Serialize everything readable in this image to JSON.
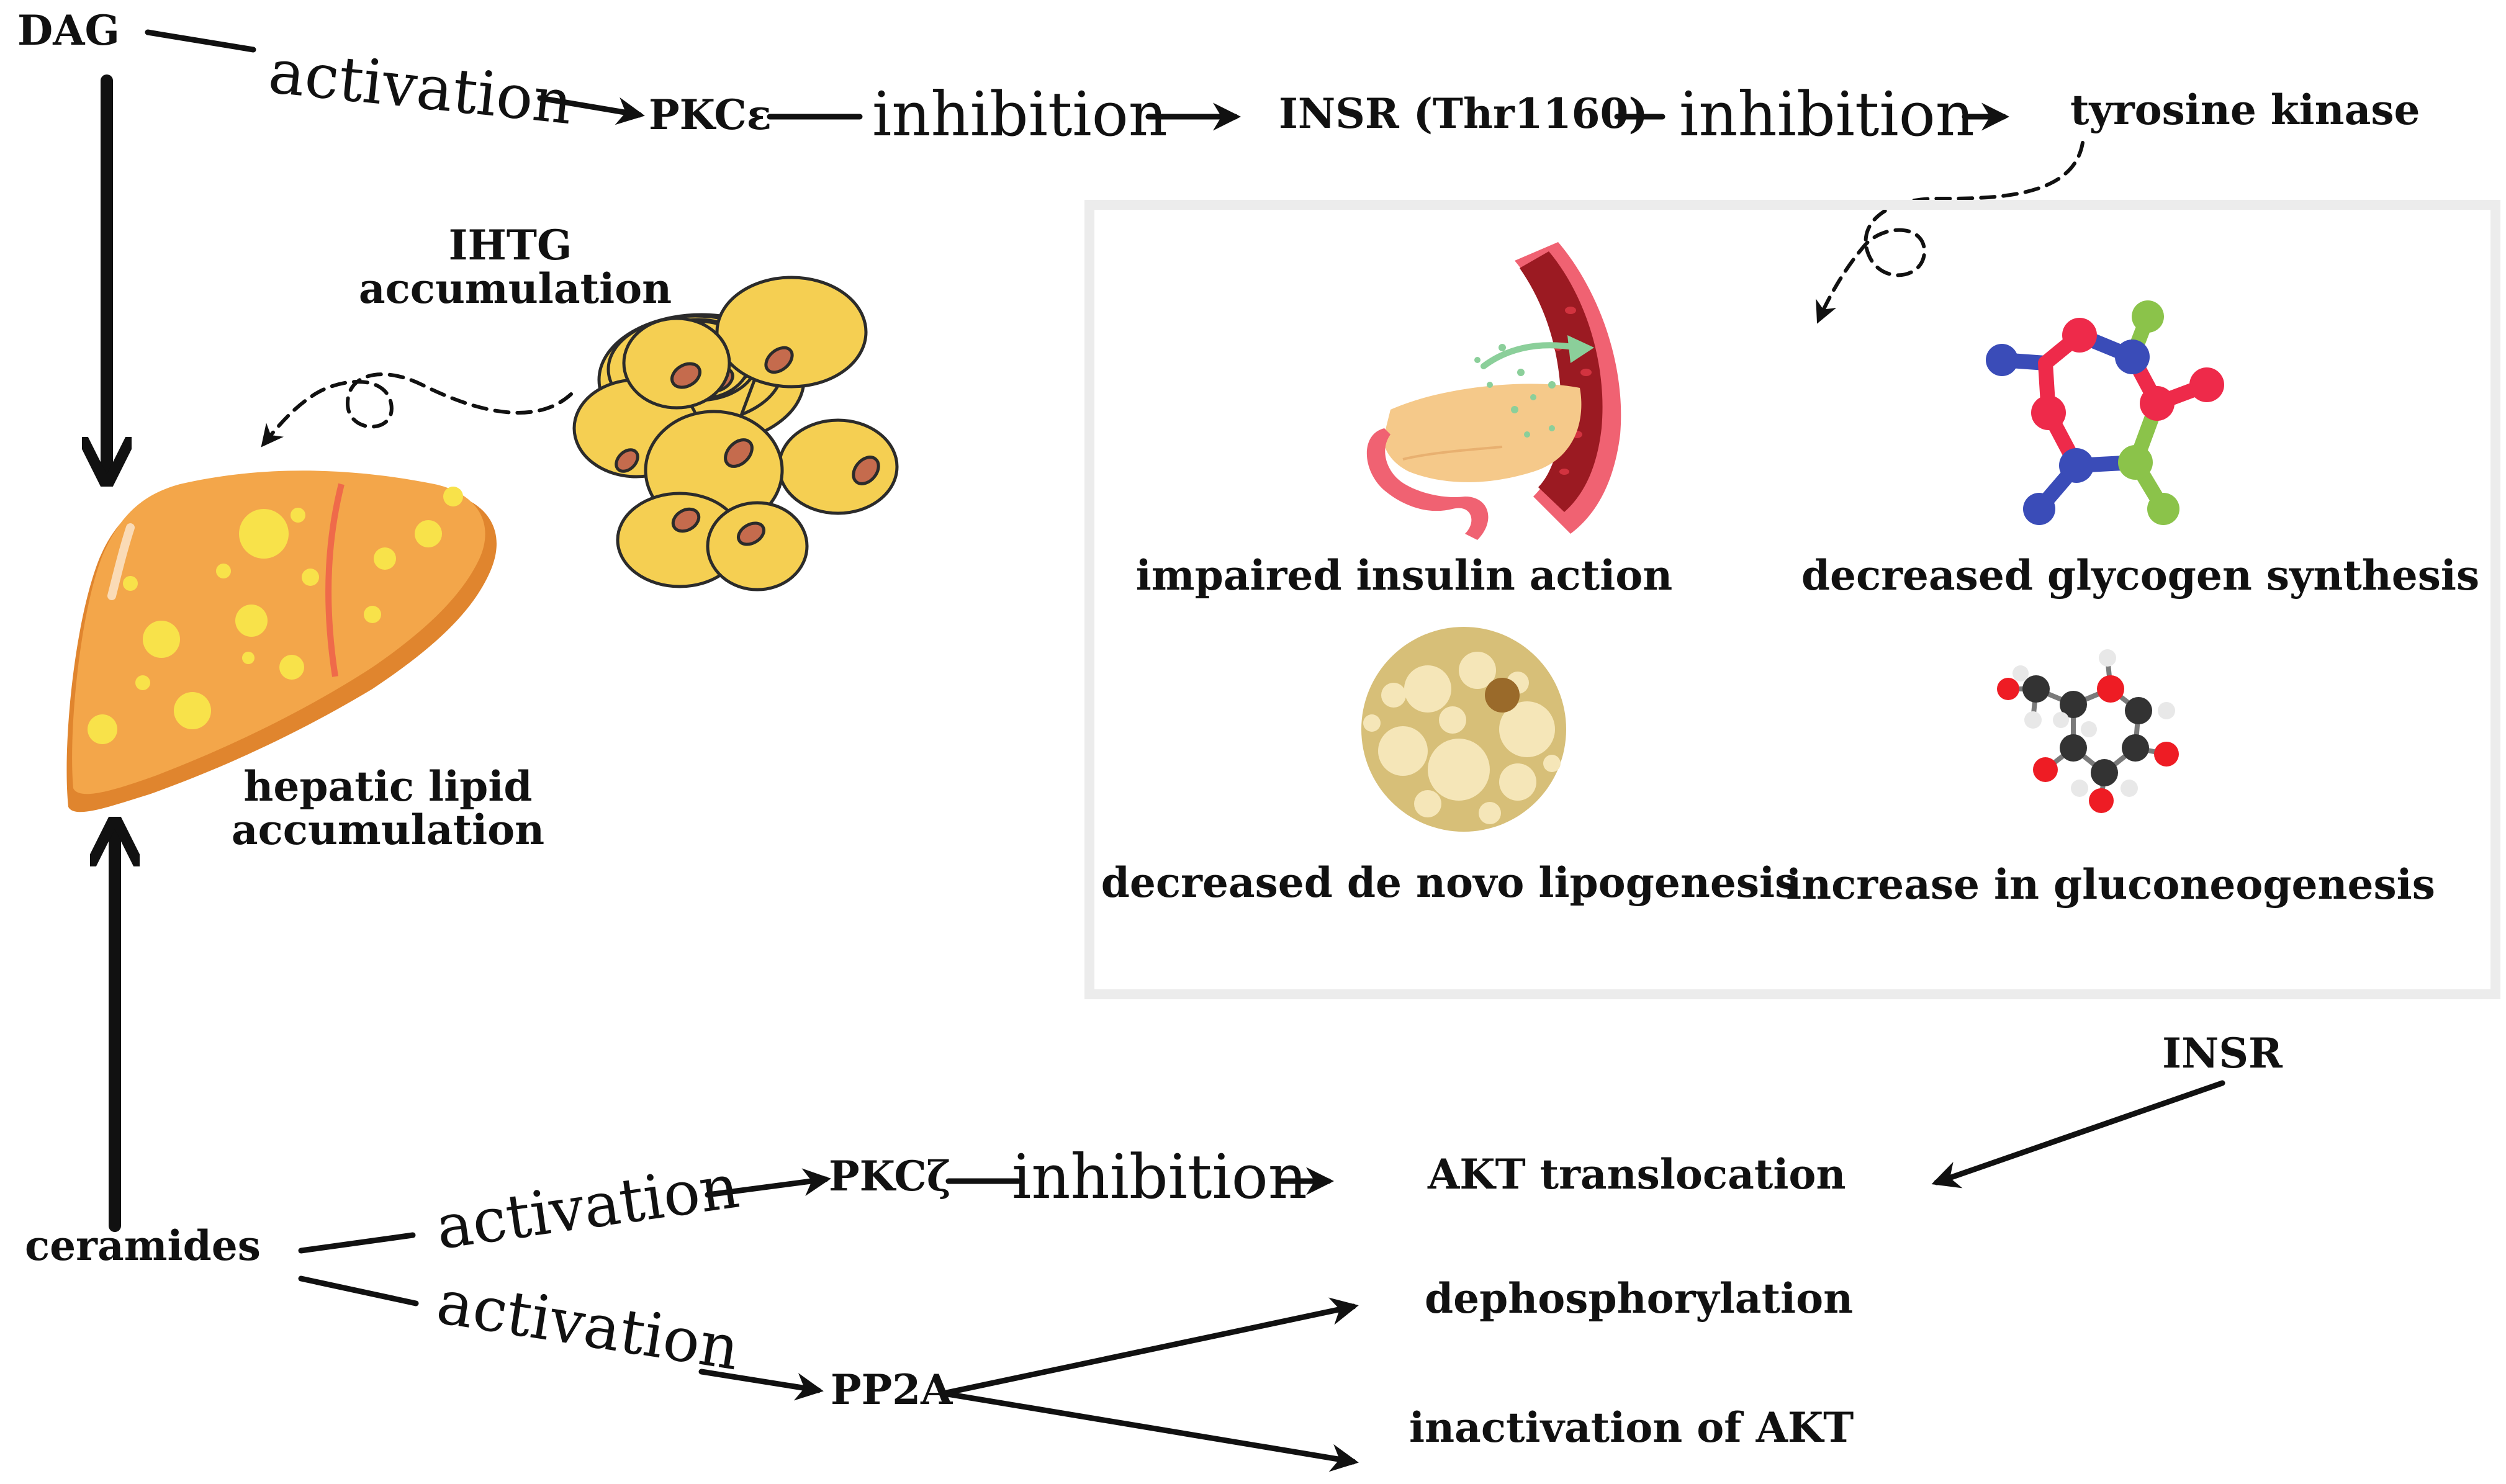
{
  "nodes": {
    "dag": "DAG",
    "pkc_epsilon": "PKCε",
    "insr_thr": "INSR (Thr1160)",
    "tyrosine_kinase": "tyrosine kinase",
    "ihtg_line1": "IHTG",
    "ihtg_line2": "accumulation",
    "hepatic_line1": "hepatic lipid",
    "hepatic_line2": "accumulation",
    "ceramides": "ceramides",
    "pkc_zeta": "PKCζ",
    "pp2a": "PP2A",
    "insr": "INSR",
    "akt_translocation": "AKT translocation",
    "dephosphorylation": "dephosphorylation",
    "inactivation_akt": "inactivation of AKT"
  },
  "edges": {
    "dag_activation": "activation",
    "pkce_inhibition": "inhibition",
    "insr_inhibition": "inhibition",
    "ceramide_activation_pkcz": "activation",
    "pkcz_inhibition": "inhibition",
    "ceramide_activation_pp2a": "activation"
  },
  "effects_box": {
    "impaired_insulin": "impaired insulin action",
    "glycogen": "decreased glycogen synthesis",
    "lipogenesis": "decreased de novo lipogenesis",
    "gluconeogenesis": "increase in gluconeogenesis"
  },
  "colors": {
    "liver": "#f3a64a",
    "liver_dark": "#e0852e",
    "fat_spot": "#f8e24a",
    "adipocyte": "#f5cf52",
    "nucleus": "#c56b4d",
    "box_border": "#ececec",
    "pancreas": "#f5c98a",
    "vessel": "#9b1a22",
    "vessel_edge": "#f06272",
    "mol_red": "#ee2a4a",
    "mol_blue": "#3a4cb8",
    "mol_green": "#8bc34a",
    "lipid_bg": "#d7bf78"
  }
}
